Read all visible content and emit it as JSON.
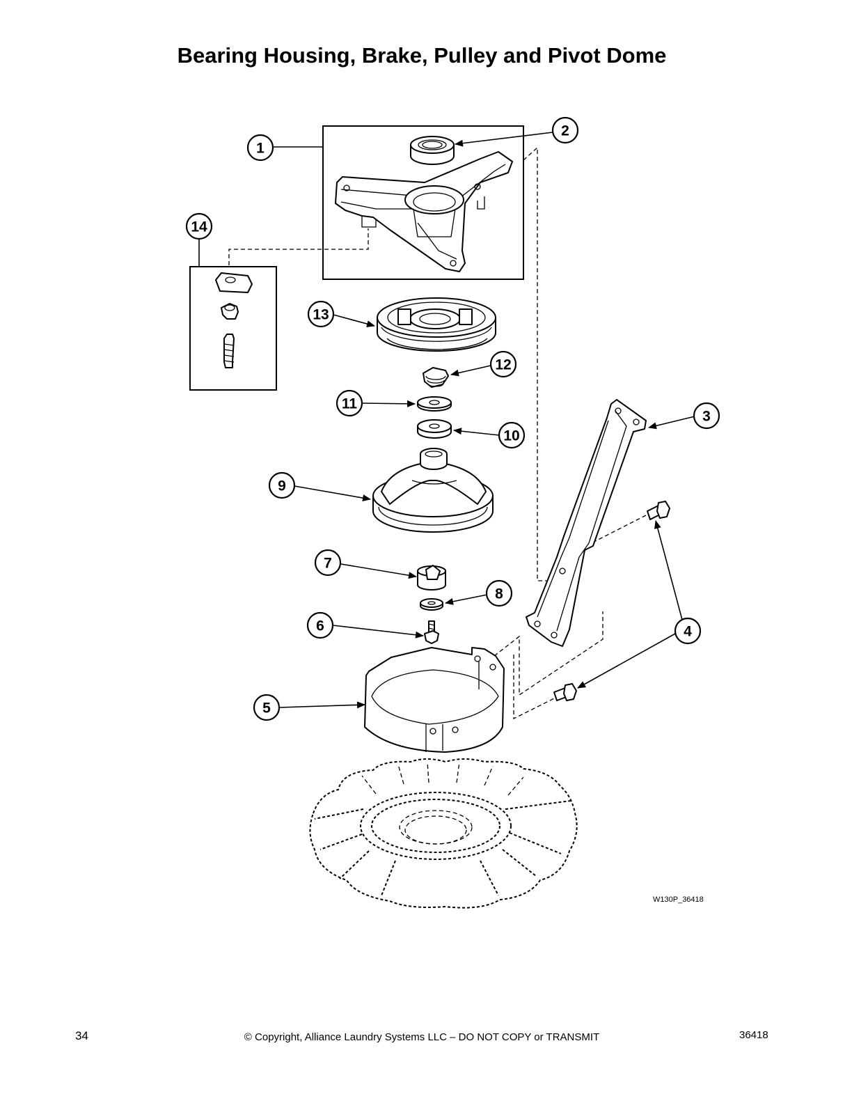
{
  "title": "Bearing Housing, Brake, Pulley and Pivot Dome",
  "callouts": [
    "1",
    "2",
    "3",
    "4",
    "5",
    "6",
    "7",
    "8",
    "9",
    "10",
    "11",
    "12",
    "13",
    "14"
  ],
  "drawing_ref": "W130P_36418",
  "footer": {
    "page_number": "34",
    "copyright": "© Copyright, Alliance Laundry Systems LLC – DO NOT COPY or TRANSMIT",
    "doc_number": "36418"
  }
}
